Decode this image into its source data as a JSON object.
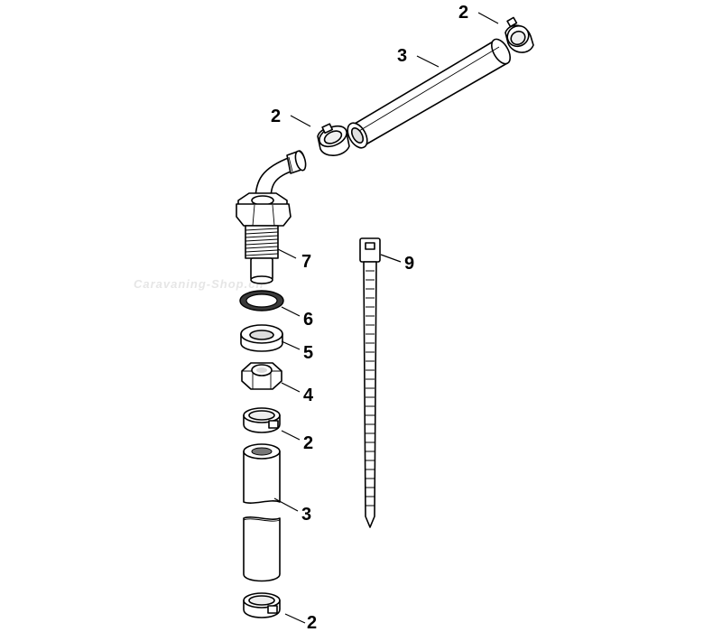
{
  "diagram": {
    "watermark": "Caravaning-Shop.ch",
    "callouts": {
      "c1": "2",
      "c2": "3",
      "c3": "2",
      "c4": "7",
      "c5": "9",
      "c6": "6",
      "c7": "5",
      "c8": "4",
      "c9": "2",
      "c10": "3",
      "c11": "2"
    }
  }
}
